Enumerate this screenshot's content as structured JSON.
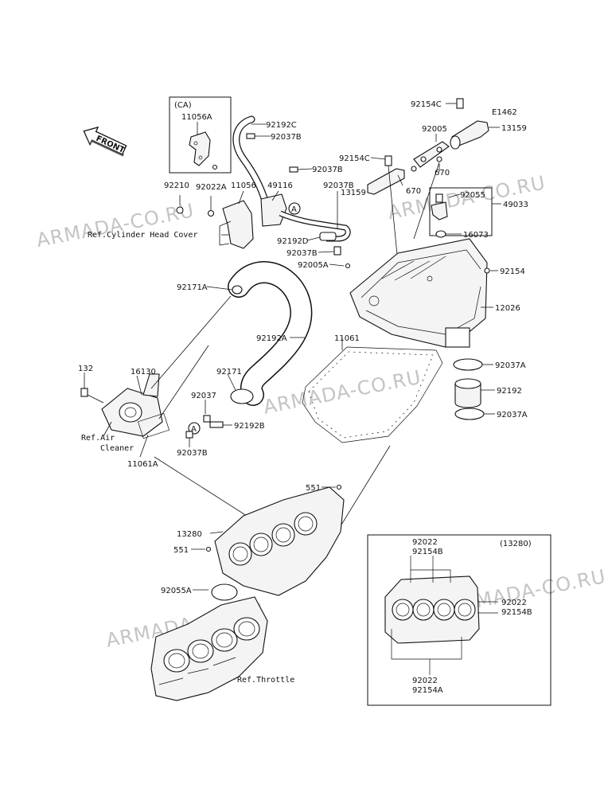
{
  "watermark": "ARMADA-CO.RU",
  "front_label": "FRONT",
  "box_ca": {
    "title": "(CA)",
    "part": "11056A"
  },
  "box_13280": {
    "title": "(13280)",
    "top": [
      "92022",
      "92154B"
    ],
    "right": [
      "92022",
      "92154B"
    ],
    "bottom": [
      "92022",
      "92154A"
    ]
  },
  "circle_marker": "A",
  "refs": {
    "cyl_head": "Ref.Cylinder Head Cover",
    "air_cleaner_1": "Ref.Air",
    "air_cleaner_2": "Cleaner",
    "throttle": "Ref.Throttle"
  },
  "labels": {
    "p92154C_top": "92154C",
    "pE1462": "E1462",
    "p13159_top": "13159",
    "p92192C": "92192C",
    "p92037B_a": "92037B",
    "p92005": "92005",
    "p92154C_mid": "92154C",
    "p92037B_b": "92037B",
    "p670_a": "670",
    "p13159_mid": "13159",
    "p670_b": "670",
    "p92210": "92210",
    "p92022A": "92022A",
    "p11056": "11056",
    "p49116": "49116",
    "p92037B_c": "92037B",
    "p92055": "92055",
    "p49033": "49033",
    "p16073": "16073",
    "p92192D": "92192D",
    "p92037B_d": "92037B",
    "p92005A": "92005A",
    "p92154": "92154",
    "p92171A": "92171A",
    "p12026": "12026",
    "p92192A": "92192A",
    "p11061": "11061",
    "p92037A_a": "92037A",
    "p132": "132",
    "p16130": "16130",
    "p92171": "92171",
    "p92192": "92192",
    "p92037": "92037",
    "p92037A_b": "92037A",
    "p92192B": "92192B",
    "p92037B_e": "92037B",
    "p11061A": "11061A",
    "p551_a": "551",
    "p13280": "13280",
    "p551_b": "551",
    "p92055A": "92055A"
  }
}
